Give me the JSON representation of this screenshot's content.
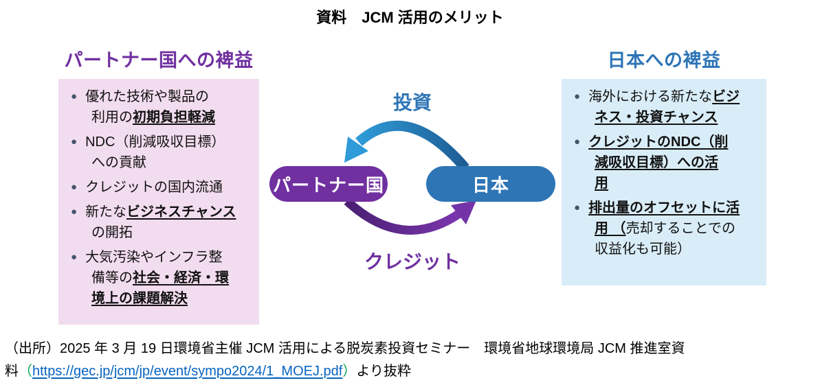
{
  "title": "資料　JCM 活用のメリット",
  "left_panel": {
    "heading": "パートナー国への裨益",
    "bullets": [
      [
        {
          "t": "優れた技術や製品の\n利用の"
        },
        {
          "t": "初期負担軽減",
          "b": true
        }
      ],
      [
        {
          "t": "NDC（削減吸収目標）\nへの貢献"
        }
      ],
      [
        {
          "t": "クレジットの国内流通"
        }
      ],
      [
        {
          "t": "新たな"
        },
        {
          "t": "ビジネスチャンス",
          "b": true
        },
        {
          "t": "\nの開拓"
        }
      ],
      [
        {
          "t": "大気汚染やインフラ整\n備等の"
        },
        {
          "t": "社会・経済・環\n境上の課題解決",
          "b": true
        }
      ]
    ]
  },
  "right_panel": {
    "heading": "日本への裨益",
    "bullets": [
      [
        {
          "t": "海外における新たな"
        },
        {
          "t": "ビジ\nネス・投資チャンス",
          "b": true
        }
      ],
      [
        {
          "t": "クレジットのNDC（削\n減吸収目標）への活\n用",
          "b": true
        }
      ],
      [
        {
          "t": "排出量のオフセットに活\n用 （",
          "b": true
        },
        {
          "t": "売却することでの\n収益化も可能）"
        }
      ]
    ]
  },
  "diagram": {
    "top_flow_label": "投資",
    "bottom_flow_label": "クレジット",
    "left_node_label": "パートナー国",
    "right_node_label": "日本"
  },
  "source": {
    "line1": "（出所）2025 年 3 月 19 日環境省主催 JCM 活用による脱炭素投資セミナー　環境省地球環境局 JCM 推進室資",
    "line2_prefix": "料",
    "paren_open": "（",
    "link_text": "https://gec.jp/jcm/jp/event/sympo2024/1_MOEJ.pdf",
    "paren_close": "）",
    "line2_suffix": "より抜粋"
  },
  "colors": {
    "purple": "#7030A0",
    "blue": "#2E75B6",
    "left_box_bg": "#F2DCEF",
    "right_box_bg": "#D9EDF8",
    "bullet_dot": "#44546A",
    "link_blue": "#0563C1",
    "paren_green": "#00A651",
    "arrow_blue_dark": "#1E5C93",
    "arrow_blue_light": "#2F9BD8",
    "arrow_purple_dark": "#4A1F72",
    "arrow_purple_light": "#7B36AE"
  }
}
